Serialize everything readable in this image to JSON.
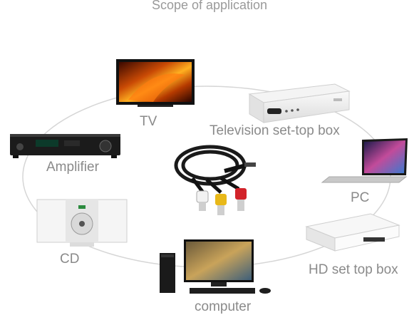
{
  "title": "Scope of application",
  "devices": {
    "tv": "TV",
    "set_top_box": "Television set-top box",
    "amplifier": "Amplifier",
    "pc": "PC",
    "cd": "CD",
    "hd_box": "HD set top box",
    "computer": "computer"
  },
  "colors": {
    "label": "#8a8a8a",
    "ring": "#d6d6d6",
    "plug_red": "#d2232a",
    "plug_yellow": "#e8b819",
    "plug_white": "#f2f2f2"
  }
}
